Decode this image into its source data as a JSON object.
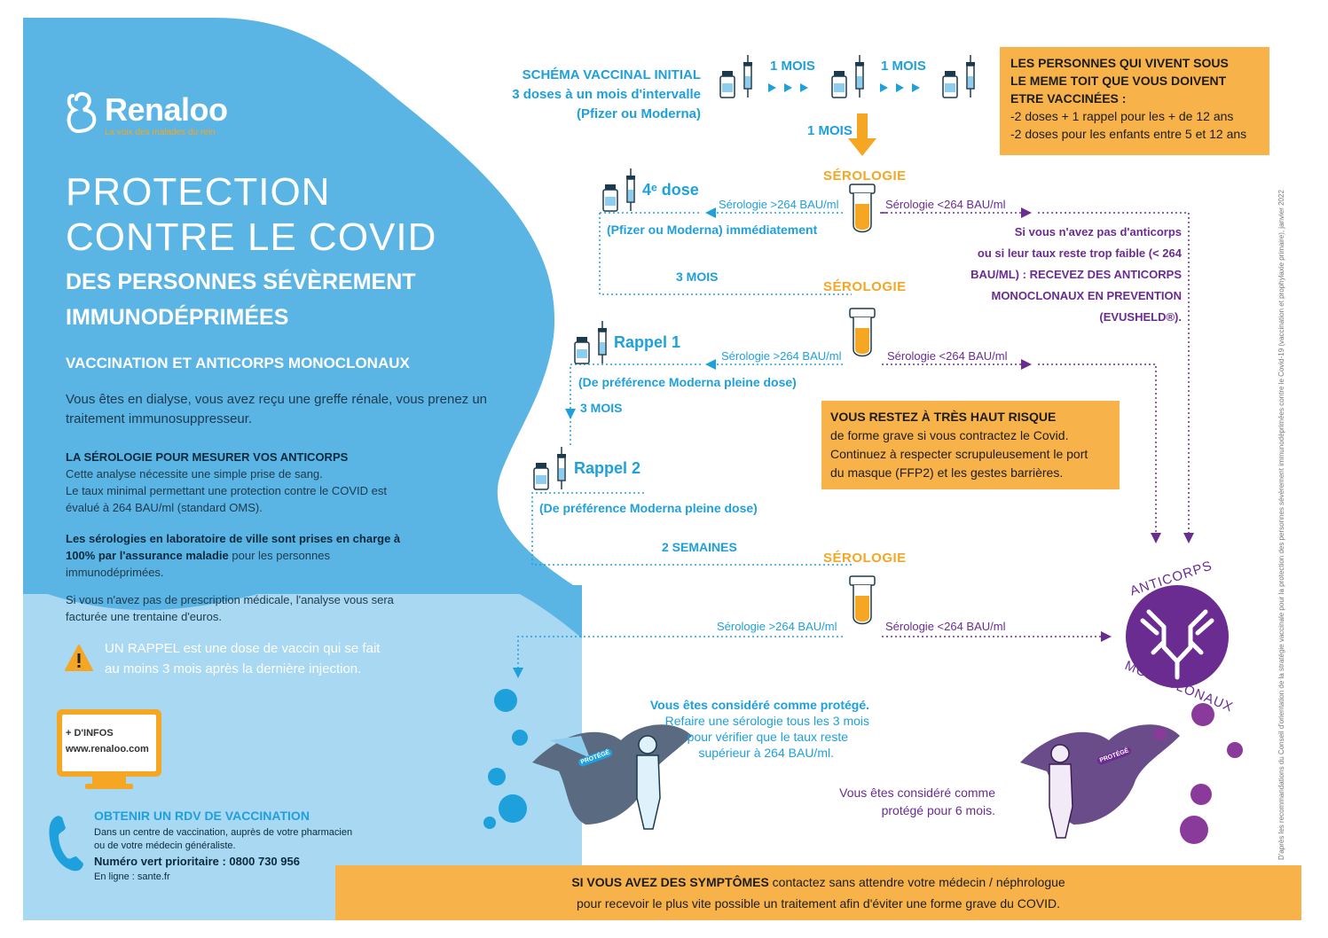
{
  "left": {
    "logo_name": "Renaloo",
    "logo_tagline": "La voix des malades du rein",
    "title_line1": "PROTECTION",
    "title_line2": "CONTRE LE COVID",
    "subtitle_line1": "DES PERSONNES SÉVÈREMENT",
    "subtitle_line2": "IMMUNODÉPRIMÉES",
    "section_heading": "VACCINATION ET ANTICORPS MONOCLONAUX",
    "intro_line1": "Vous êtes en dialyse, vous avez reçu une greffe rénale, vous prenez un",
    "intro_line2": "traitement immunosuppresseur.",
    "sero_heading": "LA SÉROLOGIE POUR MESURER VOS ANTICORPS",
    "sero_line1": "Cette analyse nécessite une simple prise de sang.",
    "sero_line2": "Le taux minimal permettant une protection contre le COVID est",
    "sero_line3": "évalué à 264 BAU/ml (standard OMS).",
    "cost_bold1": "Les sérologies en laboratoire de ville sont prises en charge à",
    "cost_bold2": "100% par l'assurance maladie",
    "cost_rest": " pour les personnes",
    "cost_line3": "immunodéprimées.",
    "nopresc_line1": "Si vous n'avez pas de prescription médicale, l'analyse vous sera",
    "nopresc_line2": "facturée une trentaine d'euros.",
    "rappel_line1": "UN RAPPEL est une dose de vaccin qui se fait",
    "rappel_line2": "au moins 3 mois après la dernière injection.",
    "info_label": "+ D'INFOS",
    "info_url": "www.renaloo.com",
    "rdv_heading": "OBTENIR UN RDV DE VACCINATION",
    "rdv_line1": "Dans un centre de vaccination, auprès de votre pharmacien",
    "rdv_line2": "ou de votre médecin généraliste.",
    "rdv_phone": "Numéro vert prioritaire : 0800 730 956",
    "rdv_online": "En ligne : sante.fr"
  },
  "schema": {
    "title": "SCHÉMA VACCINAL INITIAL",
    "line2": "3 doses à un mois d'intervalle",
    "line3": "(Pfizer ou Moderna)",
    "interval1": "1 MOIS",
    "interval2": "1 MOIS",
    "interval_down": "1 MOIS"
  },
  "household": {
    "line1": "LES PERSONNES QUI VIVENT SOUS",
    "line2": "LE  MEME TOIT QUE VOUS DOIVENT",
    "line3": "ETRE VACCINÉES :",
    "item1": "-2 doses + 1 rappel pour les + de 12 ans",
    "item2": "-2 doses pour les enfants entre 5 et 12 ans"
  },
  "flow": {
    "serology": "SÉROLOGIE",
    "above": "Sérologie >264 BAU/ml",
    "below": "Sérologie <264 BAU/ml",
    "dose4_title": "4ᵉ dose",
    "dose4_sub": "(Pfizer ou Moderna) immédiatement",
    "three_months_a": "3 MOIS",
    "rappel1_title": "Rappel 1",
    "rappel1_sub": "(De préférence Moderna pleine dose)",
    "three_months_b": "3 MOIS",
    "rappel2_title": "Rappel 2",
    "rappel2_sub": "(De préférence Moderna pleine dose)",
    "two_weeks": "2 SEMAINES",
    "noanti_line1": "Si vous n'avez pas d'anticorps",
    "noanti_line2": "ou si leur taux reste trop faible (< 264",
    "noanti_line3": "BAU/ML) :  RECEVEZ DES ANTICORPS",
    "noanti_line4": "MONOCLONAUX EN PREVENTION",
    "noanti_line5": "(EVUSHELD®)."
  },
  "risk": {
    "heading": "VOUS RESTEZ À TRÈS HAUT RISQUE",
    "line1": "de forme grave si vous contractez le Covid.",
    "line2": "Continuez à respecter scrupuleusement  le port",
    "line3": "du masque (FFP2) et les gestes barrières."
  },
  "antibody_badge": {
    "top": "ANTICORPS",
    "bottom": "MONOCLONAUX"
  },
  "protected": {
    "bold": "Vous êtes considéré comme protégé.",
    "line2": "Refaire une sérologie tous les 3 mois",
    "line3": "pour vérifier que le taux reste",
    "line4": "supérieur à 264 BAU/ml.",
    "hero_badge": "PROTÉGÉ"
  },
  "protected6": {
    "line1": "Vous êtes considéré comme",
    "line2": "protégé pour 6 mois.",
    "hero_badge": "PROTÉGÉ"
  },
  "footer": {
    "bold1": "SI VOUS AVEZ DES SYMPTÔMES",
    "rest1": " contactez sans attendre votre médecin / néphrologue",
    "line2": "pour recevoir le plus vite possible un traitement afin d'éviter une forme grave du COVID."
  },
  "side_note": "D'après les recommandations du Conseil d'orientation de la stratégie vaccinale pour la protection des personnes sévèrement immunodéprimées contre le Covid-19 (vaccination et prophylaxie primaire), janvier 2022",
  "colors": {
    "blue": "#1ea0dc",
    "purple": "#6a2c91",
    "orange": "#f8b24a",
    "panel_blue": "#5ab4e4"
  }
}
